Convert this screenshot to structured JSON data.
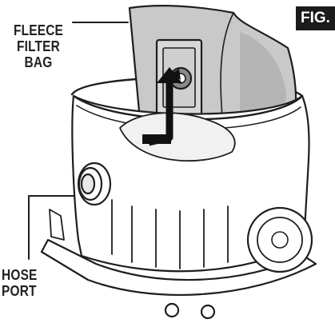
{
  "labels": {
    "filter": [
      "FLEECE",
      "FILTER",
      "BAG"
    ],
    "hose": [
      "HOSE",
      "PORT"
    ],
    "figure_tag": "FIG."
  },
  "colors": {
    "line": "#1e1e1e",
    "bag_fill": "#c9c9c9",
    "bag_shade": "#b5b5b5",
    "body_fill": "#ffffff",
    "tag_bg": "#1b1b1b"
  },
  "icons": {
    "arrow": "arrow-into-port-icon"
  }
}
